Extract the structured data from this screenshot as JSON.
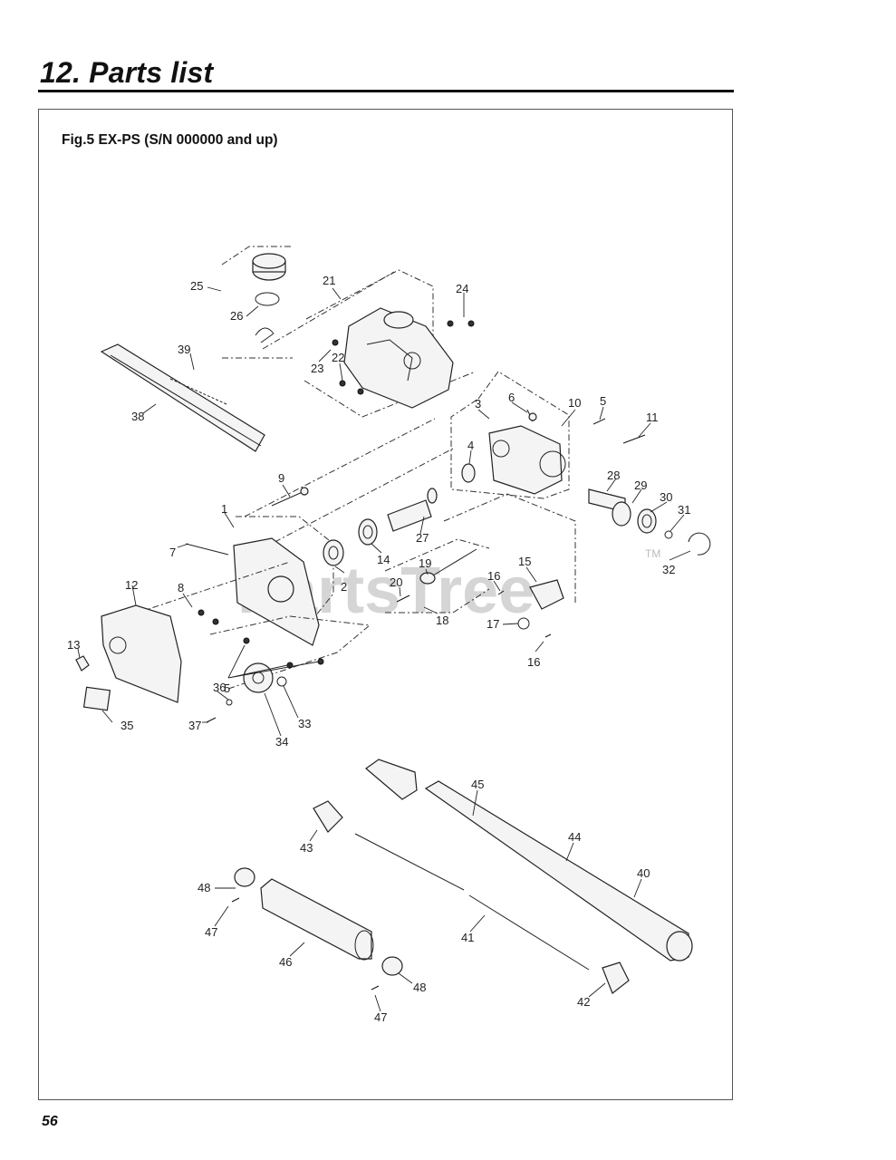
{
  "header": {
    "title": "12. Parts list"
  },
  "figure": {
    "caption": "Fig.5 EX-PS  (S/N 000000 and up)"
  },
  "watermark": {
    "text": "PartsTree",
    "tm": "TM"
  },
  "footer": {
    "page_number": "56"
  },
  "callouts": [
    "1",
    "2",
    "3",
    "4",
    "5",
    "5",
    "6",
    "7",
    "8",
    "9",
    "10",
    "11",
    "12",
    "13",
    "14",
    "15",
    "16",
    "16",
    "17",
    "18",
    "19",
    "20",
    "21",
    "22",
    "23",
    "24",
    "25",
    "26",
    "27",
    "28",
    "29",
    "30",
    "31",
    "32",
    "33",
    "34",
    "35",
    "36",
    "37",
    "38",
    "39",
    "40",
    "41",
    "42",
    "43",
    "44",
    "45",
    "46",
    "47",
    "47",
    "48",
    "48"
  ]
}
